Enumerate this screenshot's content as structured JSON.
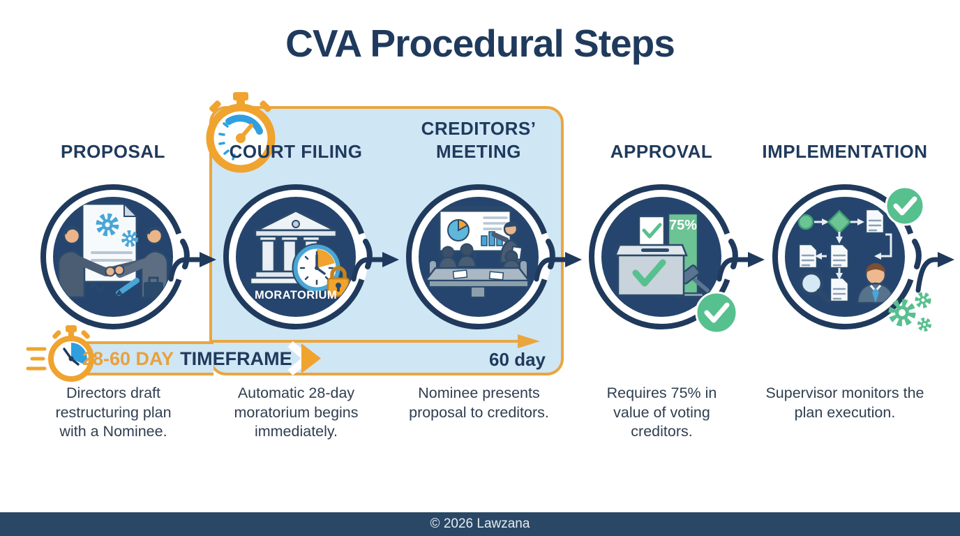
{
  "title": "CVA Procedural Steps",
  "steps": [
    {
      "label": "PROPOSAL",
      "description": "Directors draft restructuring plan with a Nominee.",
      "icon": "handshake-document"
    },
    {
      "label": "COURT FILING",
      "description": "Automatic 28-day moratorium begins immediately.",
      "overlay": "MORATORIUM",
      "icon": "courthouse-clock-padlock"
    },
    {
      "label": "CREDITORS’ MEETING",
      "description": "Nominee presents proposal to creditors.",
      "icon": "meeting-presentation"
    },
    {
      "label": "APPROVAL",
      "description": "Requires 75% in value of voting creditors.",
      "overlay": "75%",
      "icon": "ballot-box-gavel-check"
    },
    {
      "label": "IMPLEMENTATION",
      "description": "Supervisor monitors the plan execution.",
      "icon": "flowchart-supervisor-gears"
    }
  ],
  "timeline": {
    "duration_highlight": "28-60 DAY",
    "duration_label": "TIMEFRAME",
    "end_marker": "60 day"
  },
  "footer": {
    "copyright": "© 2026 Lawzana"
  },
  "colors": {
    "navy": "#1f3a5c",
    "circle_fill": "#25456e",
    "orange": "#f0a32e",
    "light_blue": "#cfe6f5",
    "green": "#57c08f",
    "accent_blue": "#2f9fe0"
  }
}
